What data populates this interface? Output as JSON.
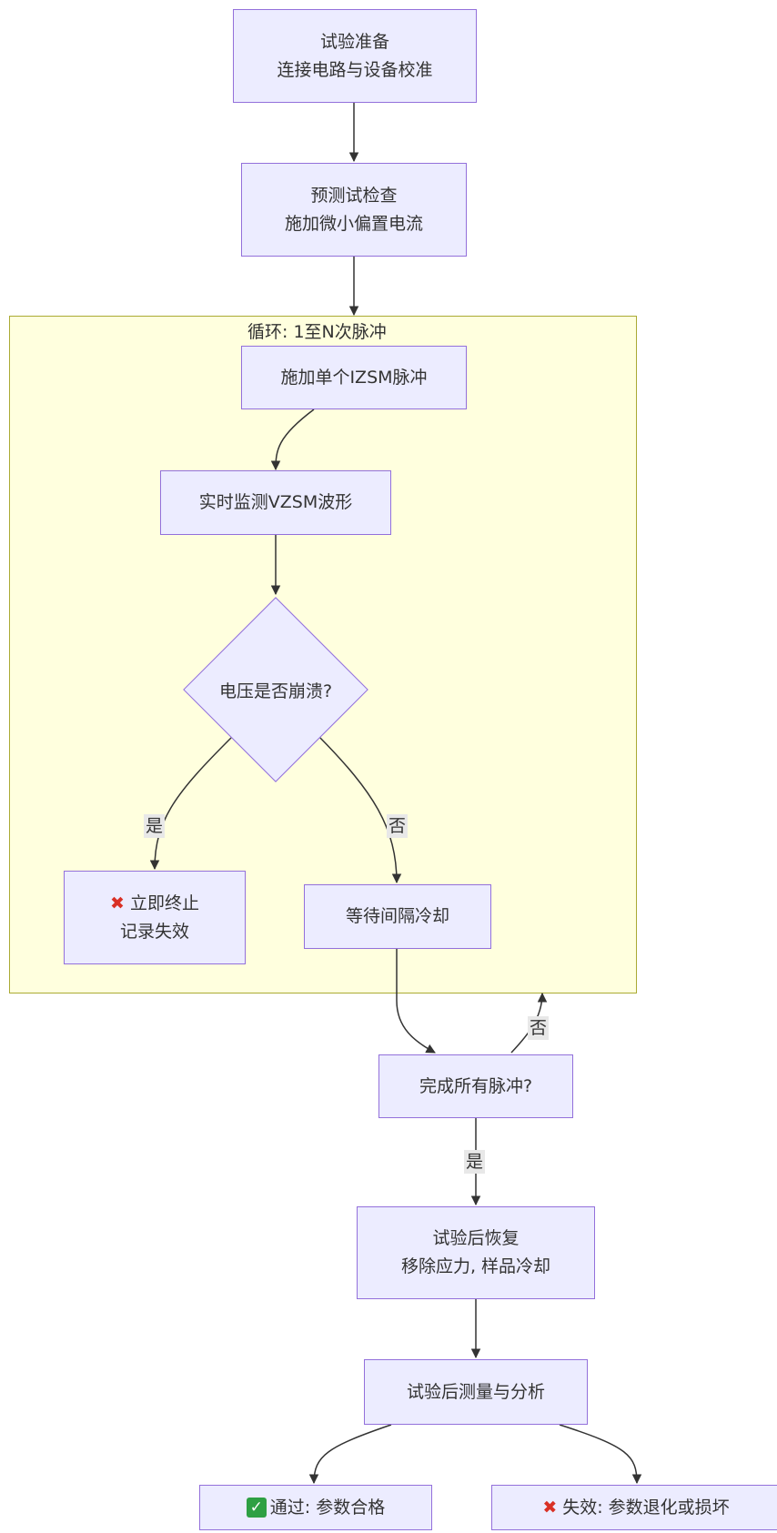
{
  "cluster": {
    "title": "循环: 1至N次脉冲"
  },
  "nodes": {
    "prep": {
      "line1": "试验准备",
      "line2": "连接电路与设备校准"
    },
    "precheck": {
      "line1": "预测试检查",
      "line2": "施加微小偏置电流"
    },
    "pulse": {
      "line1": "施加单个IZSM脉冲"
    },
    "monitor": {
      "line1": "实时监测VZSM波形"
    },
    "collapse": {
      "line1": "电压是否崩溃?"
    },
    "terminate": {
      "line1": "立即终止",
      "line2": "记录失效",
      "icon": "cross-mark-icon"
    },
    "wait": {
      "line1": "等待间隔冷却"
    },
    "done": {
      "line1": "完成所有脉冲?"
    },
    "recover": {
      "line1": "试验后恢复",
      "line2": "移除应力, 样品冷却"
    },
    "measure": {
      "line1": "试验后测量与分析"
    },
    "pass": {
      "line1": "通过: 参数合格",
      "icon": "check-mark-icon"
    },
    "fail": {
      "line1": "失效: 参数退化或损坏",
      "icon": "cross-mark-icon"
    }
  },
  "edge_labels": {
    "yes1": "是",
    "no1": "否",
    "no2": "否",
    "yes2": "是"
  },
  "colors": {
    "node_fill": "#ececff",
    "node_border": "#9370db",
    "cluster_fill": "#ffffde",
    "cluster_border": "#aaaa33",
    "edge": "#333333"
  }
}
